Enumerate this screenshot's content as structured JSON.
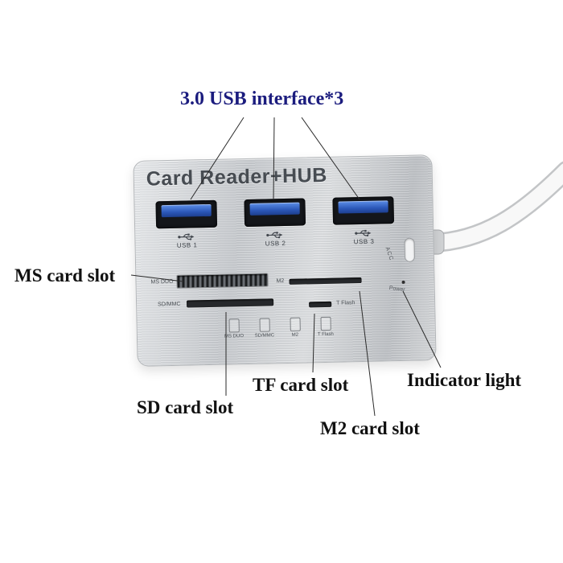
{
  "annotations": {
    "usb_interface": "3.0 USB interface*3",
    "ms_card_slot": "MS card slot",
    "sd_card_slot": "SD card slot",
    "tf_card_slot": "TF card slot",
    "m2_card_slot": "M2 card slot",
    "indicator_light": "Indicator light"
  },
  "device": {
    "title": "Card Reader+HUB",
    "usb_ports": [
      {
        "label": "USB 1"
      },
      {
        "label": "USB 2"
      },
      {
        "label": "USB 3"
      }
    ],
    "slot_labels": {
      "ms_duo": "MS DUO",
      "m2": "M2",
      "sd_mmc": "SD/MMC",
      "t_flash": "T Flash"
    },
    "card_icons": [
      {
        "label": "MS DUO"
      },
      {
        "label": "SD/MMC"
      },
      {
        "label": "M2"
      },
      {
        "label": "T Flash"
      }
    ],
    "side": {
      "acc": "ACC",
      "power": "Power"
    }
  },
  "colors": {
    "annotation_navy": "#1b1c7e",
    "annotation_black": "#111111",
    "usb_blue": "#2f62c9",
    "device_silver": "#d3d5d8",
    "cable_white": "#f8f8f8"
  }
}
